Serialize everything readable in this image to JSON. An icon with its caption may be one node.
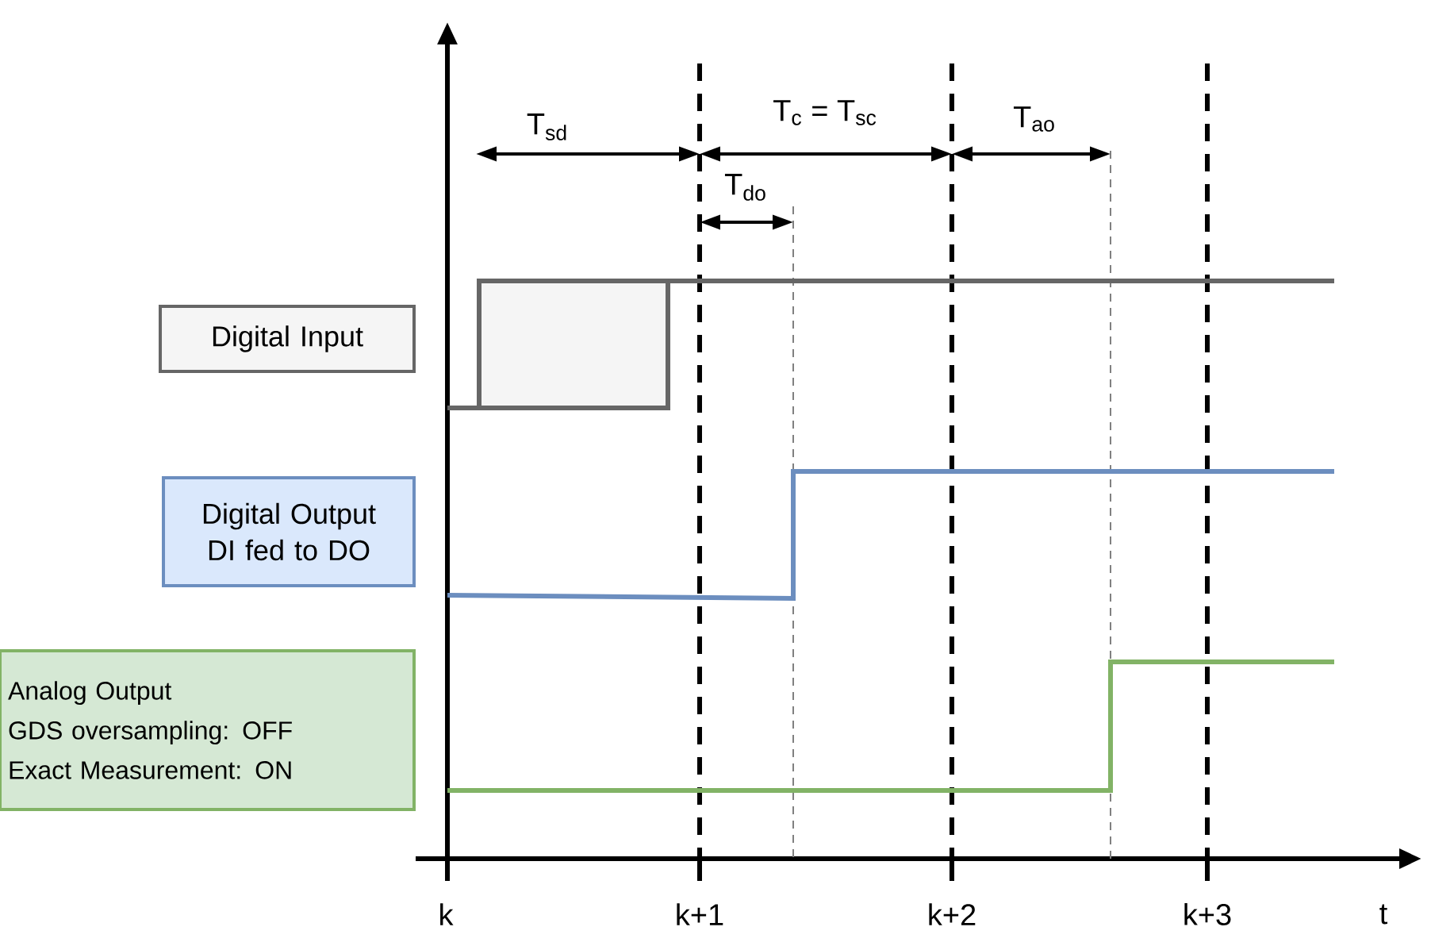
{
  "diagram": {
    "nodes": [
      {
        "text": [
          "Digital Input"
        ]
      },
      {
        "text": [
          "Digital Output",
          "DI fed to DO"
        ]
      },
      {
        "text": [
          "Analog Output",
          "GDS oversampling: OFF",
          "Exact Measurement: ON"
        ]
      }
    ],
    "labels": [
      "T$_{sd}$",
      "T$_{c}$ = T$_{sc}$",
      "T$_{ao}$",
      "T$_{do}$",
      "k",
      "k+1",
      "k+2",
      "k+3",
      "t"
    ]
  }
}
